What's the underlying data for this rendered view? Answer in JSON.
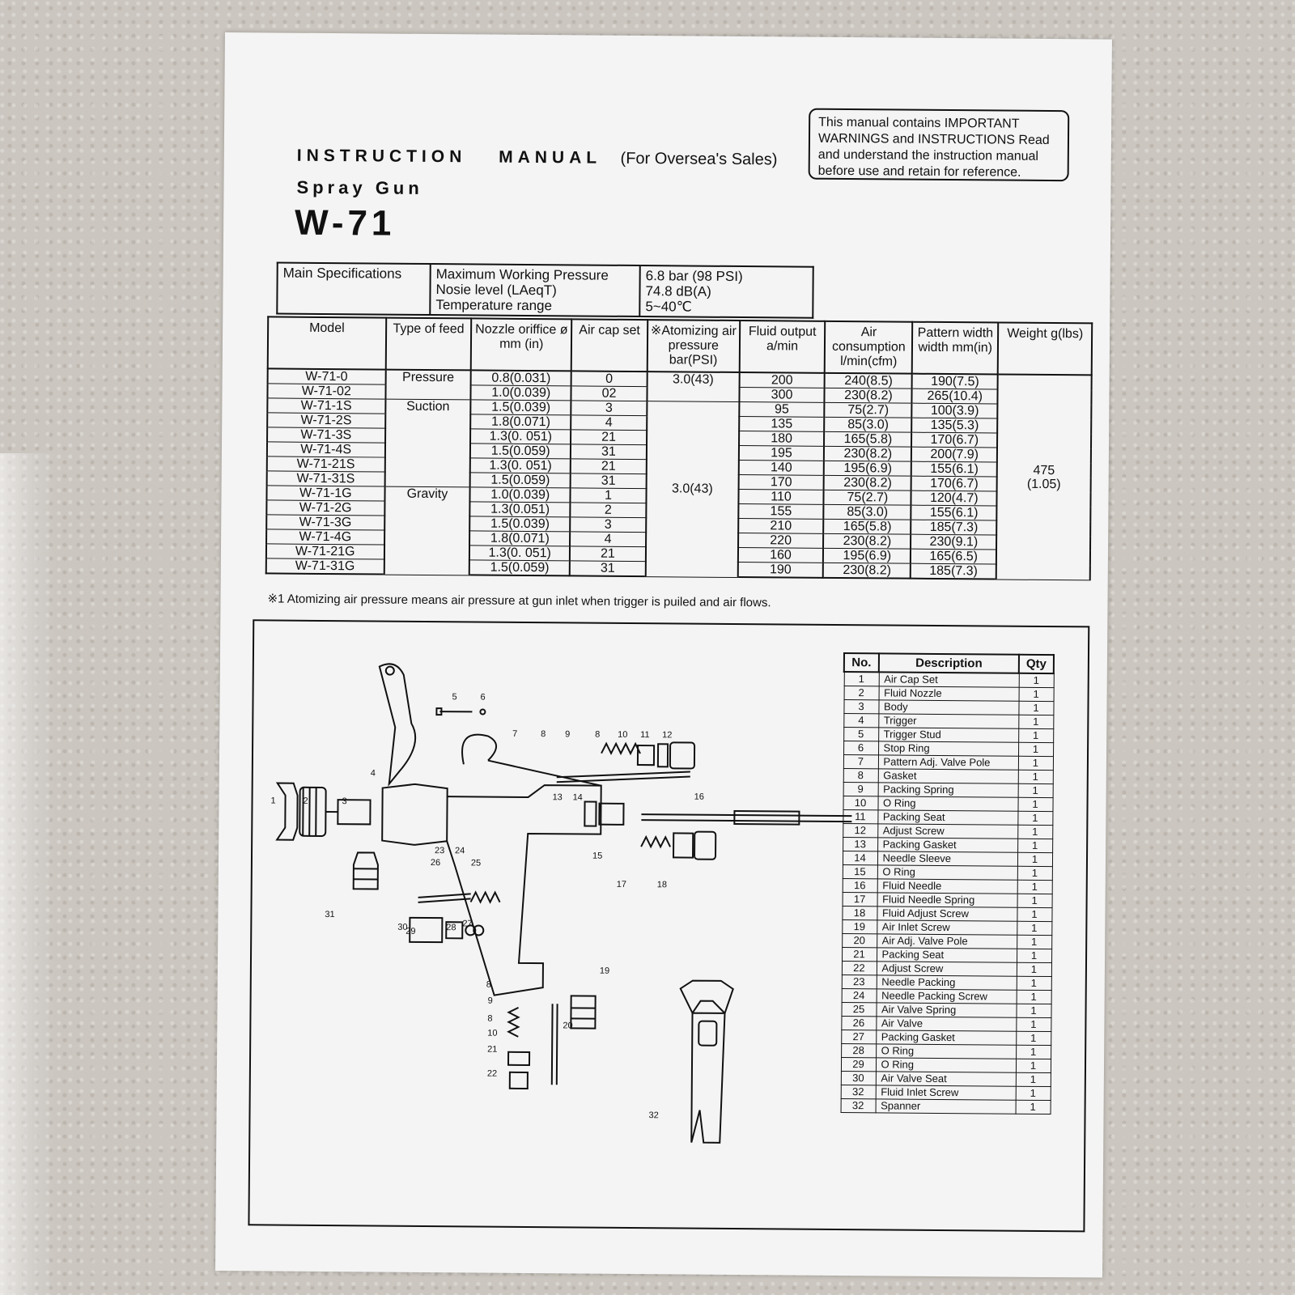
{
  "header": {
    "title_word1": "INSTRUCTION",
    "title_word2": "MANUAL",
    "title_note": "(For Oversea's Sales)",
    "product": "Spray Gun",
    "model": "W-71"
  },
  "warning_box": "This manual contains IMPORTANT WARNINGS and INSTRUCTIONS Read and understand the instruction manual before use and retain for reference.",
  "main_specs": {
    "label": "Main  Specifications",
    "names": "Maximum Working Pressure\nNosie level (LAeqT)\nTemperature range",
    "values": "6.8  bar (98 PSI)\n74.8  dB(A)\n 5~40℃"
  },
  "model_table": {
    "headers": [
      "Model",
      "Type of feed",
      "Nozzle oriffice ø mm (in)",
      "Air cap set",
      "※Atomizing air pressure bar(PSI)",
      "Fluid output a/min",
      "Air consumption l/min(cfm)",
      "Pattern width width mm(in)",
      "Weight g(lbs)"
    ],
    "feed_pressure": "Pressure",
    "feed_suction": "Suction",
    "feed_gravity": "Gravity",
    "atomizing_1": "3.0(43)",
    "atomizing_2": "3.0(43)",
    "weight": "475\n(1.05)",
    "rows": [
      {
        "model": "W-71-0",
        "nozzle": "0.8(0.031)",
        "cap": "0",
        "fluid": "200",
        "air": "240(8.5)",
        "pattern": "190(7.5)"
      },
      {
        "model": "W-71-02",
        "nozzle": "1.0(0.039)",
        "cap": "02",
        "fluid": "300",
        "air": "230(8.2)",
        "pattern": "265(10.4)"
      },
      {
        "model": "W-71-1S",
        "nozzle": "1.5(0.039)",
        "cap": "3",
        "fluid": "95",
        "air": "75(2.7)",
        "pattern": "100(3.9)"
      },
      {
        "model": "W-71-2S",
        "nozzle": "1.8(0.071)",
        "cap": "4",
        "fluid": "135",
        "air": "85(3.0)",
        "pattern": "135(5.3)"
      },
      {
        "model": "W-71-3S",
        "nozzle": "1.3(0. 051)",
        "cap": "21",
        "fluid": "180",
        "air": "165(5.8)",
        "pattern": "170(6.7)"
      },
      {
        "model": "W-71-4S",
        "nozzle": "1.5(0.059)",
        "cap": "31",
        "fluid": "195",
        "air": "230(8.2)",
        "pattern": "200(7.9)"
      },
      {
        "model": "W-71-21S",
        "nozzle": "1.3(0. 051)",
        "cap": "21",
        "fluid": "140",
        "air": "195(6.9)",
        "pattern": "155(6.1)"
      },
      {
        "model": "W-71-31S",
        "nozzle": "1.5(0.059)",
        "cap": "31",
        "fluid": "170",
        "air": "230(8.2)",
        "pattern": "170(6.7)"
      },
      {
        "model": "W-71-1G",
        "nozzle": "1.0(0.039)",
        "cap": "1",
        "fluid": "110",
        "air": "75(2.7)",
        "pattern": "120(4.7)"
      },
      {
        "model": "W-71-2G",
        "nozzle": "1.3(0.051)",
        "cap": "2",
        "fluid": "155",
        "air": "85(3.0)",
        "pattern": "155(6.1)"
      },
      {
        "model": "W-71-3G",
        "nozzle": "1.5(0.039)",
        "cap": "3",
        "fluid": "210",
        "air": "165(5.8)",
        "pattern": "185(7.3)"
      },
      {
        "model": "W-71-4G",
        "nozzle": "1.8(0.071)",
        "cap": "4",
        "fluid": "220",
        "air": "230(8.2)",
        "pattern": "230(9.1)"
      },
      {
        "model": "W-71-21G",
        "nozzle": "1.3(0. 051)",
        "cap": "21",
        "fluid": "160",
        "air": "195(6.9)",
        "pattern": "165(6.5)"
      },
      {
        "model": "W-71-31G",
        "nozzle": "1.5(0.059)",
        "cap": "31",
        "fluid": "190",
        "air": "230(8.2)",
        "pattern": "185(7.3)"
      }
    ]
  },
  "footnote": "※1 Atomizing air pressure means air pressure at gun inlet when trigger is puiled and air flows.",
  "parts_table": {
    "headers": [
      "No.",
      "Description",
      "Qty"
    ],
    "rows": [
      {
        "no": "1",
        "desc": "Air Cap Set",
        "qty": "1"
      },
      {
        "no": "2",
        "desc": "Fluid Nozzle",
        "qty": "1"
      },
      {
        "no": "3",
        "desc": "Body",
        "qty": "1"
      },
      {
        "no": "4",
        "desc": "Trigger",
        "qty": "1"
      },
      {
        "no": "5",
        "desc": "Trigger Stud",
        "qty": "1"
      },
      {
        "no": "6",
        "desc": "Stop Ring",
        "qty": "1"
      },
      {
        "no": "7",
        "desc": "Pattern Adj. Valve Pole",
        "qty": "1"
      },
      {
        "no": "8",
        "desc": "Gasket",
        "qty": "1"
      },
      {
        "no": "9",
        "desc": "Packing Spring",
        "qty": "1"
      },
      {
        "no": "10",
        "desc": "O Ring",
        "qty": "1"
      },
      {
        "no": "11",
        "desc": "Packing Seat",
        "qty": "1"
      },
      {
        "no": "12",
        "desc": "Adjust Screw",
        "qty": "1"
      },
      {
        "no": "13",
        "desc": "Packing Gasket",
        "qty": "1"
      },
      {
        "no": "14",
        "desc": "Needle Sleeve",
        "qty": "1"
      },
      {
        "no": "15",
        "desc": "O Ring",
        "qty": "1"
      },
      {
        "no": "16",
        "desc": "Fluid Needle",
        "qty": "1"
      },
      {
        "no": "17",
        "desc": "Fluid Needle Spring",
        "qty": "1"
      },
      {
        "no": "18",
        "desc": "Fluid Adjust Screw",
        "qty": "1"
      },
      {
        "no": "19",
        "desc": "Air Inlet Screw",
        "qty": "1"
      },
      {
        "no": "20",
        "desc": "Air Adj. Valve Pole",
        "qty": "1"
      },
      {
        "no": "21",
        "desc": "Packing Seat",
        "qty": "1"
      },
      {
        "no": "22",
        "desc": "Adjust Screw",
        "qty": "1"
      },
      {
        "no": "23",
        "desc": "Needle Packing",
        "qty": "1"
      },
      {
        "no": "24",
        "desc": "Needle Packing Screw",
        "qty": "1"
      },
      {
        "no": "25",
        "desc": "Air Valve Spring",
        "qty": "1"
      },
      {
        "no": "26",
        "desc": "Air Valve",
        "qty": "1"
      },
      {
        "no": "27",
        "desc": "Packing Gasket",
        "qty": "1"
      },
      {
        "no": "28",
        "desc": "O Ring",
        "qty": "1"
      },
      {
        "no": "29",
        "desc": "O Ring",
        "qty": "1"
      },
      {
        "no": "30",
        "desc": "Air Valve Seat",
        "qty": "1"
      },
      {
        "no": "32",
        "desc": "Fluid Inlet Screw",
        "qty": "1"
      },
      {
        "no": "32",
        "desc": "Spanner",
        "qty": "1"
      }
    ]
  },
  "diagram_callouts": [
    "1",
    "2",
    "3",
    "4",
    "5",
    "6",
    "7",
    "8",
    "9",
    "8",
    "10",
    "11",
    "12",
    "13",
    "14",
    "15",
    "16",
    "17",
    "18",
    "19",
    "20",
    "23",
    "24",
    "25",
    "26",
    "27",
    "28",
    "29",
    "30",
    "31",
    "8",
    "9",
    "8",
    "10",
    "21",
    "22",
    "32"
  ]
}
